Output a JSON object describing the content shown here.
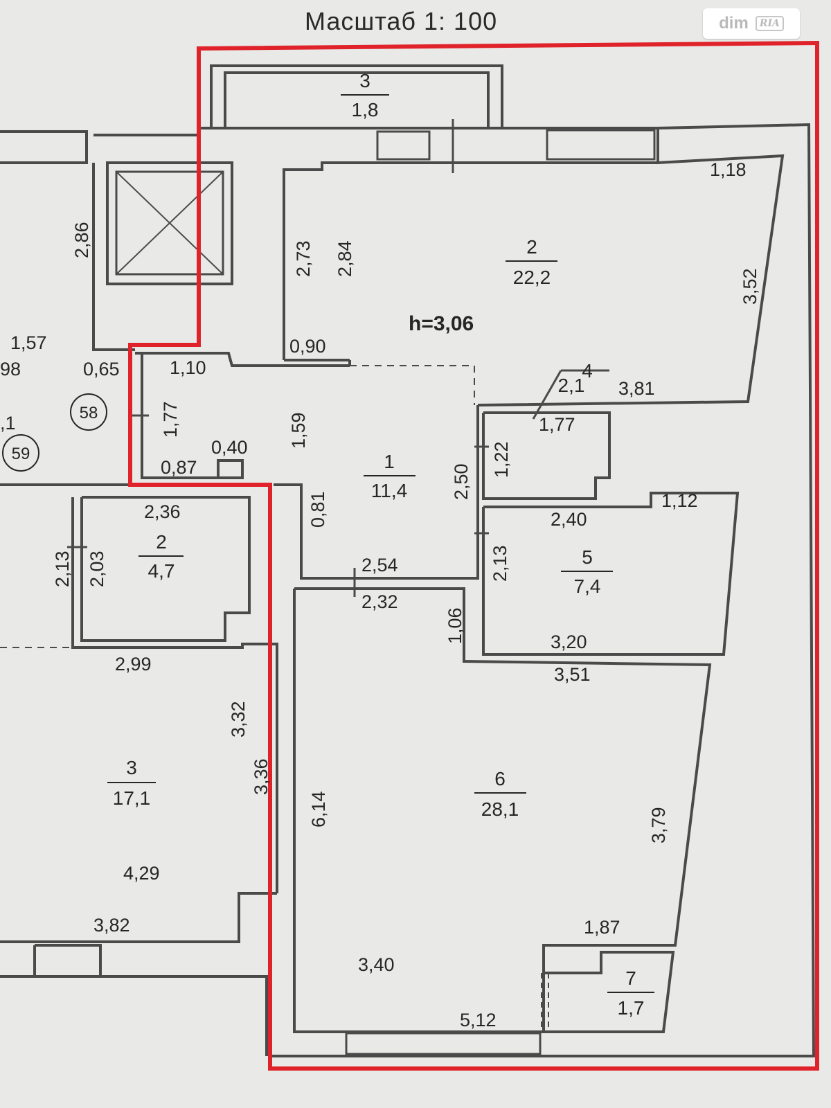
{
  "header": {
    "scale": "Масштаб  1: 100"
  },
  "watermark": {
    "brand": "dim",
    "mark": "RIA"
  },
  "ceiling_height": "h=3,06",
  "rooms": [
    {
      "id": "balcony-3",
      "number": "3",
      "area": "1,8"
    },
    {
      "id": "room-2",
      "number": "2",
      "area": "22,2"
    },
    {
      "id": "room-1",
      "number": "1",
      "area": "11,4"
    },
    {
      "id": "room-4",
      "number": "4",
      "area": "2,1"
    },
    {
      "id": "room-5",
      "number": "5",
      "area": "7,4"
    },
    {
      "id": "room-6",
      "number": "6",
      "area": "28,1"
    },
    {
      "id": "room-7",
      "number": "7",
      "area": "1,7"
    },
    {
      "id": "neighbor-2",
      "number": "2",
      "area": "4,7"
    },
    {
      "id": "neighbor-3",
      "number": "3",
      "area": "17,1"
    }
  ],
  "neighbor_units": [
    "58",
    "59"
  ],
  "dimensions": [
    "1,18",
    "3,52",
    "2,73",
    "2,84",
    "0,90",
    "3,81",
    "1,77",
    "1,22",
    "2,50",
    "1,59",
    "1,10",
    "0,65",
    "1,57",
    "2,86",
    "1,77",
    "0,40",
    "0,87",
    "0,81",
    "2,54",
    "2,32",
    "1,06",
    "2,40",
    "1,12",
    "2,13",
    "3,20",
    "3,51",
    "6,14",
    "3,79",
    "1,87",
    "3,40",
    "5,12",
    "2,36",
    "2,13",
    "2,03",
    "2,99",
    "3,32",
    "3,36",
    "4,29",
    "3,82"
  ],
  "partial_labels": [
    "98",
    ",1"
  ],
  "colors": {
    "wall": "#4a4a4a",
    "highlight": "#e0232a",
    "paper": "#e9e9e7"
  }
}
